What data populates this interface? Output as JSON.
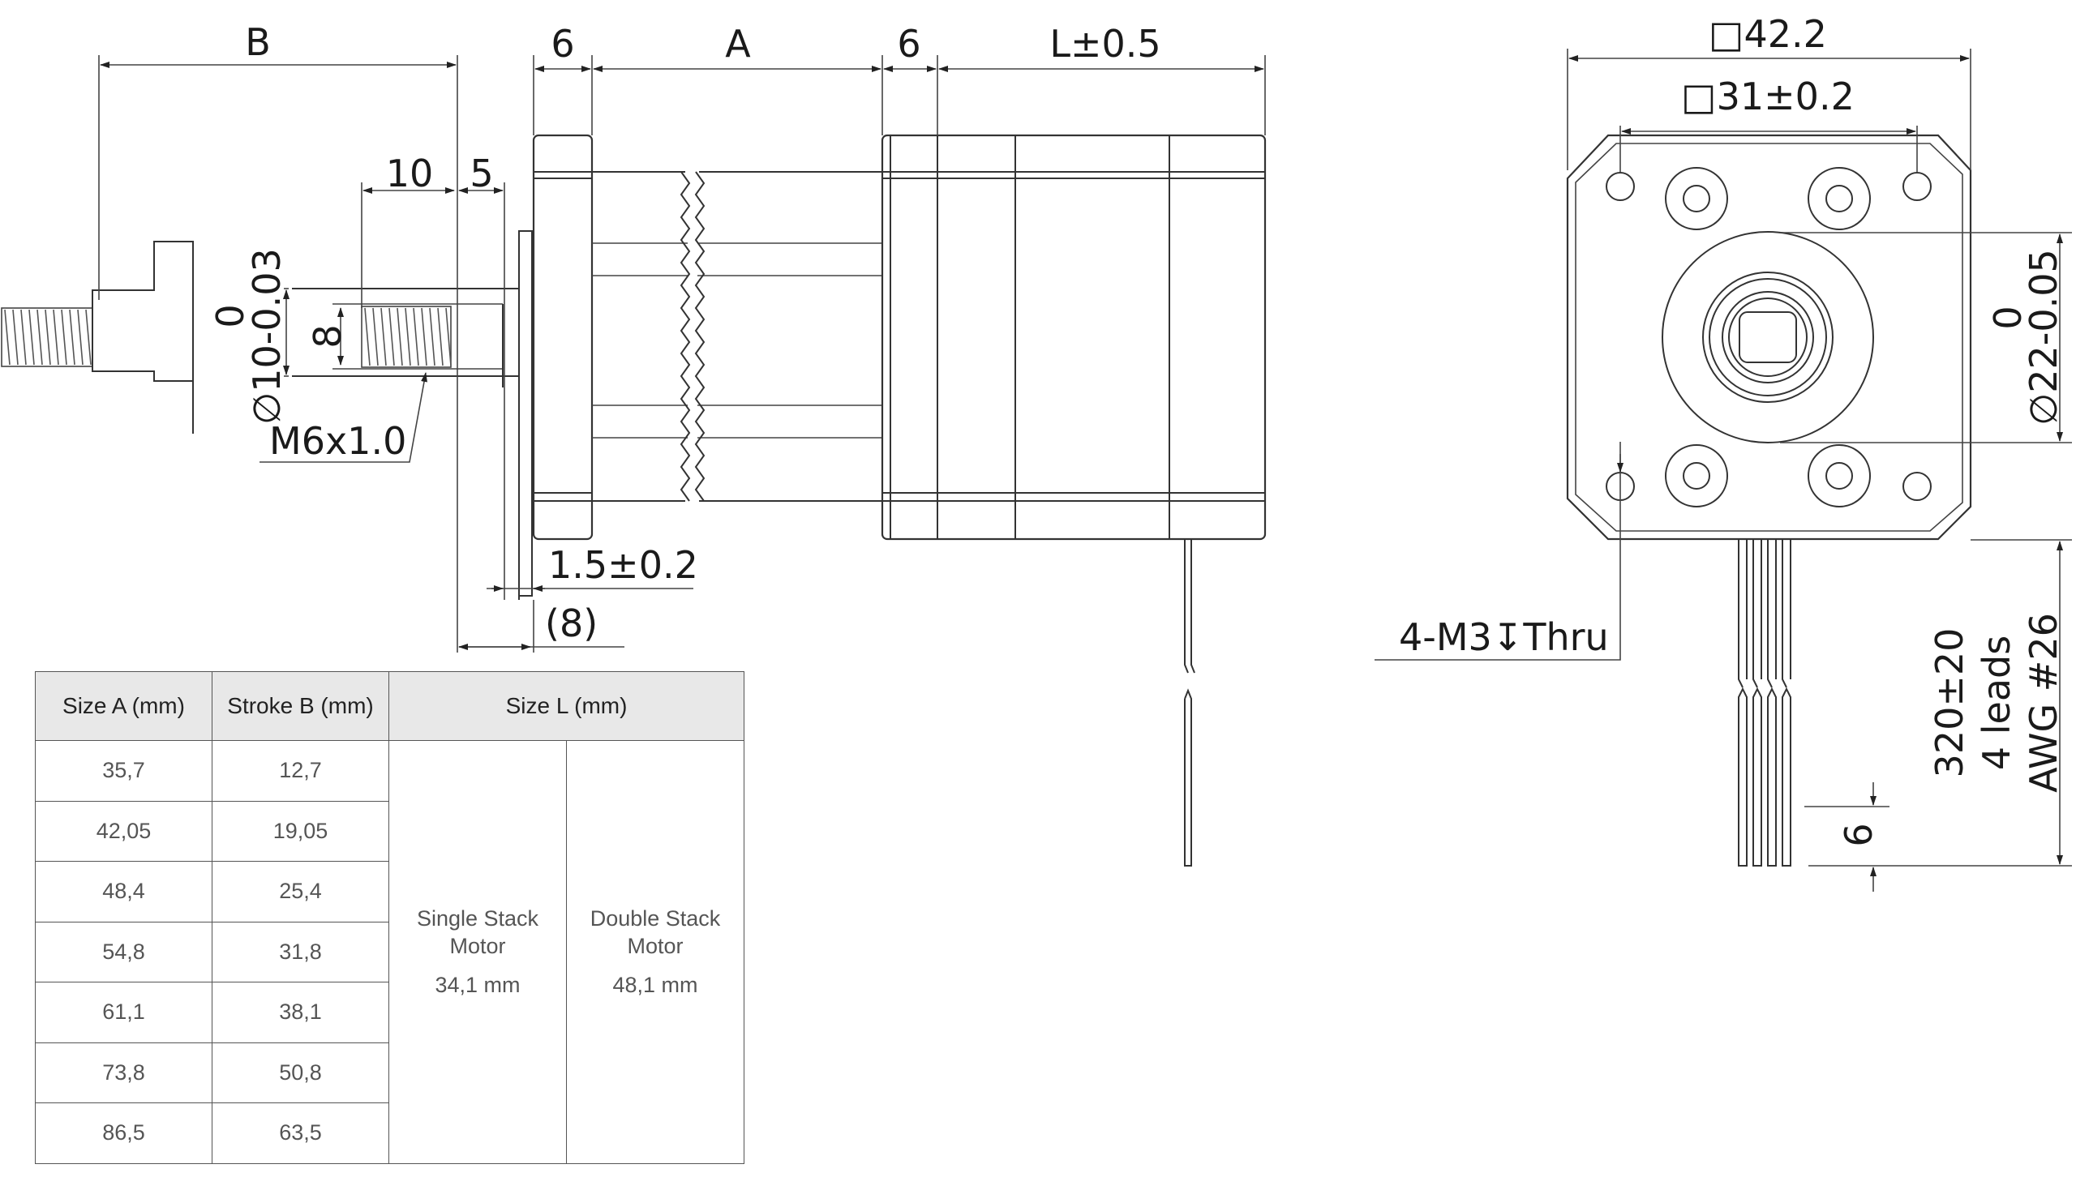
{
  "side_view": {
    "dim_B": "B",
    "dim_6_left": "6",
    "dim_A": "A",
    "dim_6_right": "6",
    "dim_L": "L±0.5",
    "dim_10": "10",
    "dim_5": "5",
    "shaft_dia_tol_upper": "0",
    "shaft_dia": "∅10-0.03",
    "thread_dia": "8",
    "thread_label": "M6x1.0",
    "flange_thickness": "1.5±0.2",
    "offset": "(8)"
  },
  "front_view": {
    "outer_square": "□42.2",
    "hole_square": "□31±0.2",
    "pilot_tol_upper": "0",
    "pilot_dia": "∅22-0.05",
    "mount_holes": "4-M3",
    "depth_symbol": "↧",
    "mount_holes_suffix": "Thru",
    "lead_length": "320±20",
    "lead_count": "4 leads",
    "lead_gauge": "AWG #26",
    "strip_length": "6"
  },
  "table": {
    "headers": [
      "Size A (mm)",
      "Stroke B (mm)",
      "Size L (mm)"
    ],
    "rows": [
      [
        "35,7",
        "12,7"
      ],
      [
        "42,05",
        "19,05"
      ],
      [
        "48,4",
        "25,4"
      ],
      [
        "54,8",
        "31,8"
      ],
      [
        "61,1",
        "38,1"
      ],
      [
        "73,8",
        "50,8"
      ],
      [
        "86,5",
        "63,5"
      ]
    ],
    "single_stack": {
      "label_line1": "Single Stack",
      "label_line2": "Motor",
      "value": "34,1 mm"
    },
    "double_stack": {
      "label_line1": "Double Stack",
      "label_line2": "Motor",
      "value": "48,1 mm"
    }
  }
}
